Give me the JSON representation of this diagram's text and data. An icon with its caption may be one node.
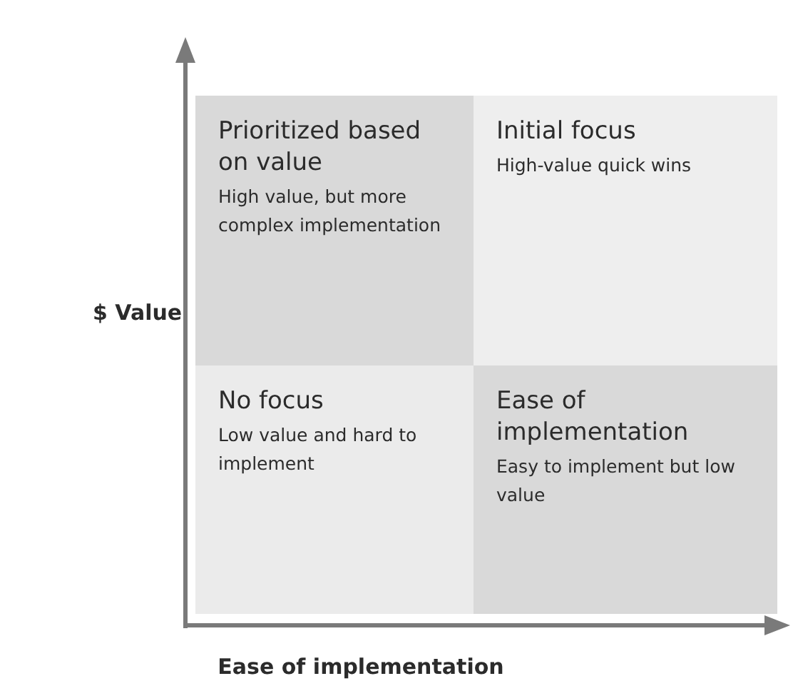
{
  "diagram": {
    "nodes": [
      {
        "text": [
          "Prioritized based on value",
          "High value, but more complex implementation"
        ]
      },
      {
        "text": [
          "Initial focus",
          "High-value quick wins"
        ]
      },
      {
        "text": [
          "No focus",
          "Low value and hard to implement"
        ]
      },
      {
        "text": [
          "Ease of implementation",
          "Easy to implement but low value"
        ]
      }
    ],
    "labels": [
      "$ Value",
      "Ease of implementation"
    ]
  }
}
